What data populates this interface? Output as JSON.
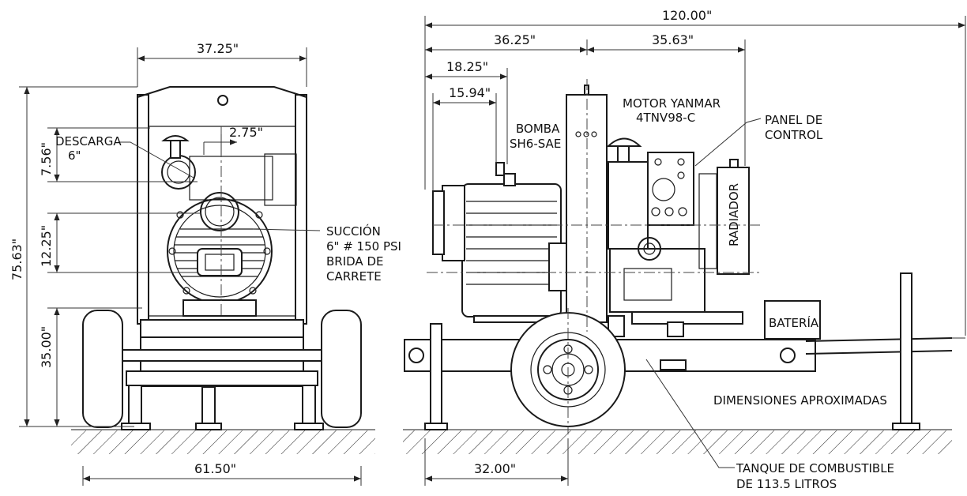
{
  "labels": {
    "descarga_1": "DESCARGA",
    "descarga_2": "6\"",
    "succion_1": "SUCCIÓN",
    "succion_2": "6\" # 150 PSI",
    "succion_3": "BRIDA DE",
    "succion_4": "CARRETE",
    "bomba_1": "BOMBA",
    "bomba_2": "SH6-SAE",
    "motor_1": "MOTOR YANMAR",
    "motor_2": "4TNV98-C",
    "panel_1": "PANEL DE",
    "panel_2": "CONTROL",
    "radiador": "RADIADOR",
    "bateria": "BATERÍA",
    "dimensiones": "DIMENSIONES APROXIMADAS",
    "tanque_1": "TANQUE DE COMBUSTIBLE",
    "tanque_2": "DE 113.5 LITROS"
  },
  "dimensions": {
    "front_top_width": "37.25\"",
    "front_offset": "2.75\"",
    "front_total_height": "75.63\"",
    "front_discharge_height": "7.56\"",
    "front_suction_height": "12.25\"",
    "front_axle_height": "35.00\"",
    "front_base_width": "61.50\"",
    "side_total_length": "120.00\"",
    "side_left_section": "36.25\"",
    "side_right_section": "35.63\"",
    "side_pump_flange": "18.25\"",
    "side_pump_body": "15.94\"",
    "side_axle_position": "32.00\""
  }
}
